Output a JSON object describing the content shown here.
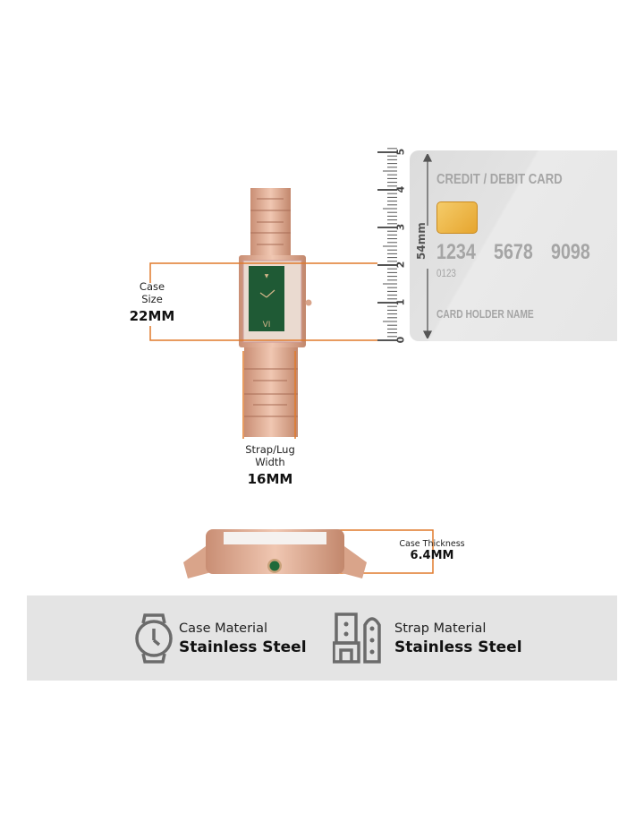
{
  "case_size": {
    "label_line1": "Case",
    "label_line2": "Size",
    "value": "22MM"
  },
  "strap_width": {
    "label_line1": "Strap/Lug",
    "label_line2": "Width",
    "value": "16MM"
  },
  "case_thickness": {
    "label": "Case Thickness",
    "value": "6.4MM"
  },
  "ruler": {
    "ticks": [
      "0",
      "1",
      "2",
      "3",
      "4",
      "5"
    ],
    "measure": "54mm"
  },
  "card": {
    "title": "CREDIT / DEBIT CARD",
    "number": [
      "1234",
      "5678",
      "9098"
    ],
    "small_number": "0123",
    "holder": "CARD HOLDER NAME"
  },
  "materials": [
    {
      "icon": "watch-case-icon",
      "label": "Case Material",
      "value": "Stainless Steel"
    },
    {
      "icon": "strap-icon",
      "label": "Strap Material",
      "value": "Stainless Steel"
    }
  ],
  "colors": {
    "accent": "#e07a2c",
    "rose_gold": "#d9a48a",
    "dial": "#1f5a35",
    "band": "#e4e4e4",
    "icon": "#6b6b6b"
  }
}
